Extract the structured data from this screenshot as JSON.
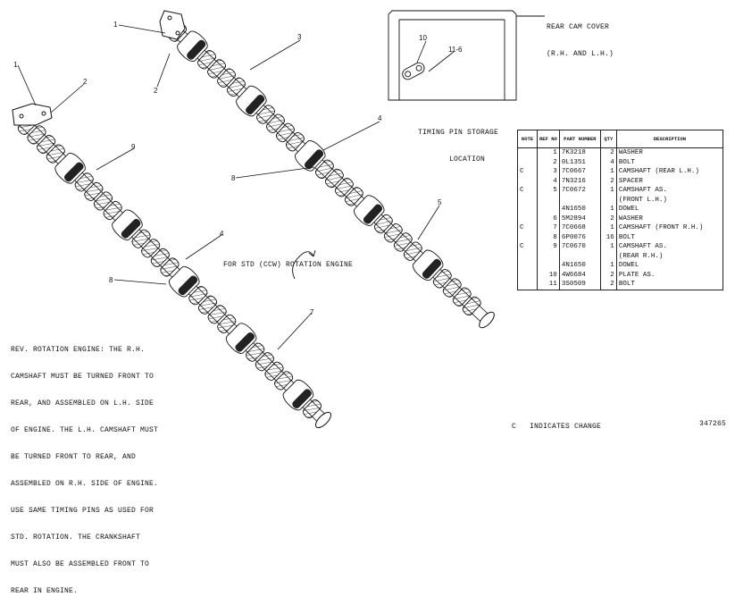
{
  "callouts": [
    {
      "id": "c1a",
      "text": "1"
    },
    {
      "id": "c2a",
      "text": "2"
    },
    {
      "id": "c3",
      "text": "3"
    },
    {
      "id": "c4a",
      "text": "4"
    },
    {
      "id": "c8a",
      "text": "8"
    },
    {
      "id": "c5",
      "text": "5"
    },
    {
      "id": "c1b",
      "text": "1"
    },
    {
      "id": "c2b",
      "text": "2"
    },
    {
      "id": "c9",
      "text": "9"
    },
    {
      "id": "c4b",
      "text": "4"
    },
    {
      "id": "c8b",
      "text": "8"
    },
    {
      "id": "c7",
      "text": "7"
    },
    {
      "id": "c10",
      "text": "10"
    },
    {
      "id": "c11",
      "text": "11-6"
    }
  ],
  "labels": {
    "rear_cam_cover": [
      "REAR CAM COVER",
      "(R.H. AND L.H.)"
    ],
    "timing_pin": [
      "TIMING PIN STORAGE",
      "LOCATION"
    ],
    "std_rotation": "FOR STD (CCW) ROTATION ENGINE",
    "indicates_change": "C   INDICATES CHANGE",
    "drawing_number": "347265"
  },
  "rev_rotation_note": [
    "REV. ROTATION ENGINE: THE R.H.",
    "CAMSHAFT MUST BE TURNED FRONT TO",
    "REAR, AND ASSEMBLED ON L.H. SIDE",
    "OF ENGINE. THE L.H. CAMSHAFT MUST",
    "BE TURNED FRONT TO REAR, AND",
    "ASSEMBLED ON R.H. SIDE OF ENGINE.",
    "USE SAME TIMING PINS AS USED FOR",
    "STD. ROTATION. THE CRANKSHAFT",
    "MUST ALSO BE ASSEMBLED FRONT TO",
    "REAR IN ENGINE."
  ],
  "parts_table": {
    "headers": {
      "note": "NOTE",
      "ref": "REF NO",
      "part": "PART NUMBER",
      "qty": "QTY",
      "desc": "DESCRIPTION"
    },
    "rows": [
      {
        "note": "",
        "ref": "1",
        "part": "7K3218",
        "qty": "2",
        "desc": "WASHER"
      },
      {
        "note": "",
        "ref": "2",
        "part": "0L1351",
        "qty": "4",
        "desc": "BOLT"
      },
      {
        "note": "C",
        "ref": "3",
        "part": "7C0667",
        "qty": "1",
        "desc": "CAMSHAFT (REAR L.H.)"
      },
      {
        "note": "",
        "ref": "4",
        "part": "7N3216",
        "qty": "2",
        "desc": "SPACER"
      },
      {
        "note": "C",
        "ref": "5",
        "part": "7C0672",
        "qty": "1",
        "desc": "CAMSHAFT AS."
      },
      {
        "note": "",
        "ref": "",
        "part": "",
        "qty": "",
        "desc": "  (FRONT L.H.)"
      },
      {
        "note": "",
        "ref": "",
        "part": "4N1650",
        "qty": "1",
        "desc": "  DOWEL"
      },
      {
        "note": "",
        "ref": "6",
        "part": "5M2894",
        "qty": "2",
        "desc": "WASHER"
      },
      {
        "note": "C",
        "ref": "7",
        "part": "7C0668",
        "qty": "1",
        "desc": "CAMSHAFT (FRONT R.H.)"
      },
      {
        "note": "",
        "ref": "8",
        "part": "6P0076",
        "qty": "16",
        "desc": "BOLT"
      },
      {
        "note": "C",
        "ref": "9",
        "part": "7C0670",
        "qty": "1",
        "desc": "CAMSHAFT AS."
      },
      {
        "note": "",
        "ref": "",
        "part": "",
        "qty": "",
        "desc": "  (REAR R.H.)"
      },
      {
        "note": "",
        "ref": "",
        "part": "4N1650",
        "qty": "1",
        "desc": "  DOWEL"
      },
      {
        "note": "",
        "ref": "10",
        "part": "4W6684",
        "qty": "2",
        "desc": "PLATE AS."
      },
      {
        "note": "",
        "ref": "11",
        "part": "3S0509",
        "qty": "2",
        "desc": "BOLT"
      }
    ]
  }
}
